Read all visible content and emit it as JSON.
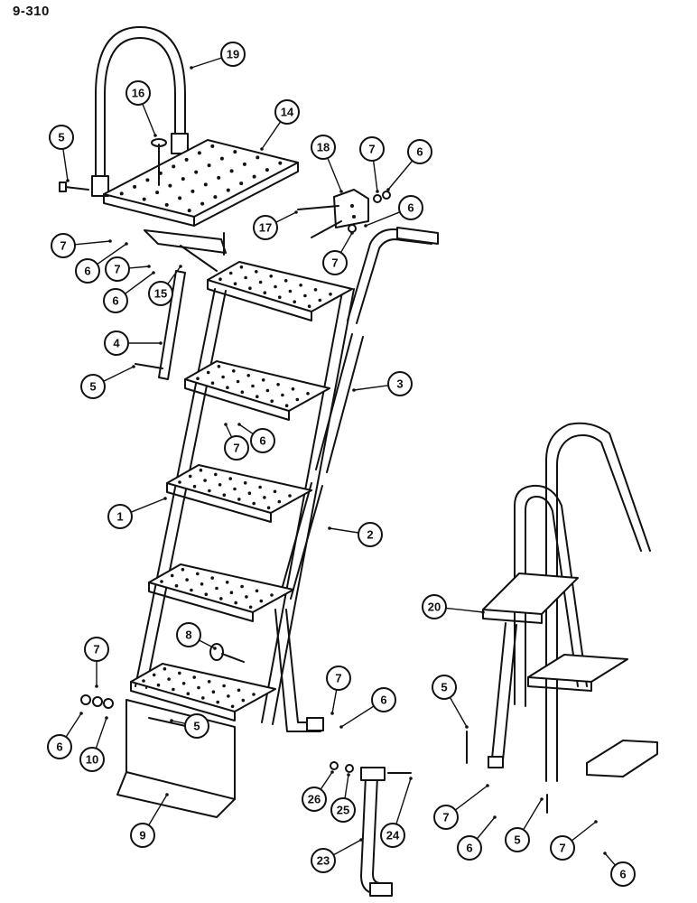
{
  "page_label": "9-310",
  "callouts": [
    {
      "id": "c19a",
      "label": "19"
    },
    {
      "id": "c16",
      "label": "16"
    },
    {
      "id": "c14",
      "label": "14"
    },
    {
      "id": "c5a",
      "label": "5"
    },
    {
      "id": "c18",
      "label": "18"
    },
    {
      "id": "c7a",
      "label": "7"
    },
    {
      "id": "c6a",
      "label": "6"
    },
    {
      "id": "c17",
      "label": "17"
    },
    {
      "id": "c6b",
      "label": "6"
    },
    {
      "id": "c7b",
      "label": "7"
    },
    {
      "id": "c7c",
      "label": "7"
    },
    {
      "id": "c6c",
      "label": "6"
    },
    {
      "id": "c7d",
      "label": "7"
    },
    {
      "id": "c6d",
      "label": "6"
    },
    {
      "id": "c15",
      "label": "15"
    },
    {
      "id": "c4",
      "label": "4"
    },
    {
      "id": "c5b",
      "label": "5"
    },
    {
      "id": "c3",
      "label": "3"
    },
    {
      "id": "c7e",
      "label": "7"
    },
    {
      "id": "c6e",
      "label": "6"
    },
    {
      "id": "c1",
      "label": "1"
    },
    {
      "id": "c2",
      "label": "2"
    },
    {
      "id": "c20",
      "label": "20"
    },
    {
      "id": "c8",
      "label": "8"
    },
    {
      "id": "c7f",
      "label": "7"
    },
    {
      "id": "c5c",
      "label": "5"
    },
    {
      "id": "c7g",
      "label": "7"
    },
    {
      "id": "c6f",
      "label": "6"
    },
    {
      "id": "c6g",
      "label": "6"
    },
    {
      "id": "c10",
      "label": "10"
    },
    {
      "id": "c5d",
      "label": "5"
    },
    {
      "id": "c26",
      "label": "26"
    },
    {
      "id": "c25",
      "label": "25"
    },
    {
      "id": "c24",
      "label": "24"
    },
    {
      "id": "c9",
      "label": "9"
    },
    {
      "id": "c23",
      "label": "23"
    },
    {
      "id": "c7h",
      "label": "7"
    },
    {
      "id": "c6h",
      "label": "6"
    },
    {
      "id": "c5e",
      "label": "5"
    },
    {
      "id": "c7i",
      "label": "7"
    },
    {
      "id": "c6i",
      "label": "6"
    }
  ]
}
